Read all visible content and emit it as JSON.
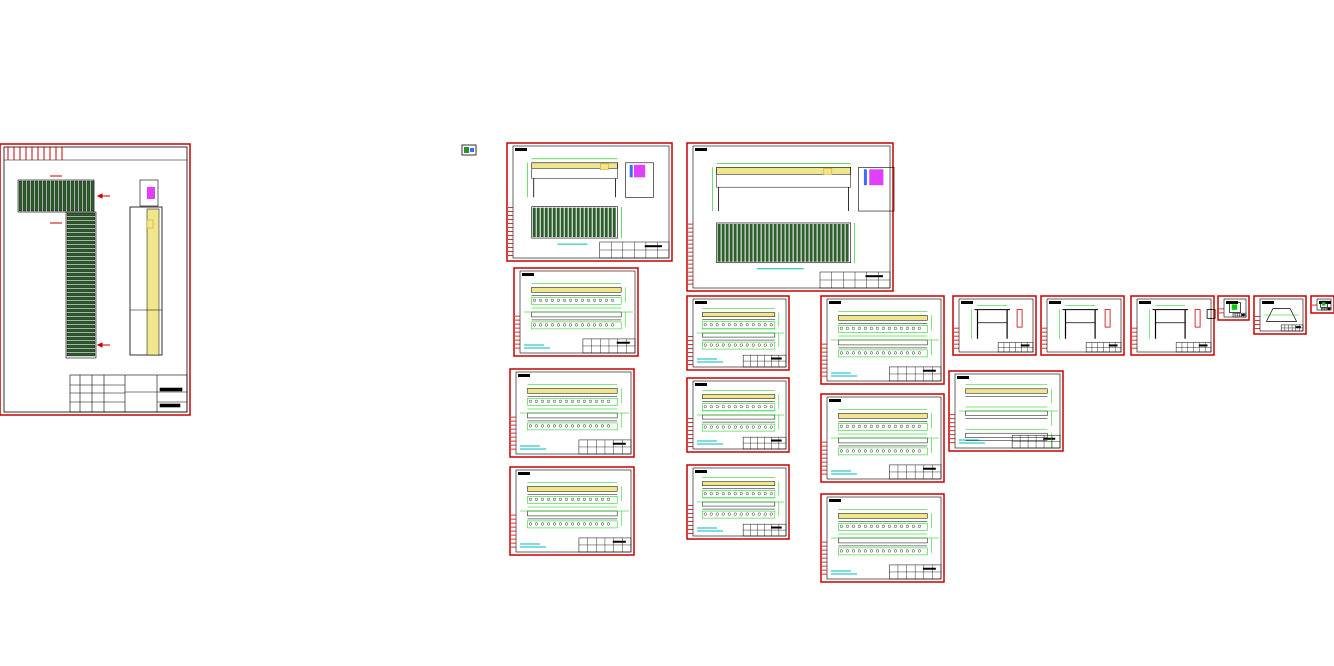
{
  "canvas": {
    "background": "#ffffff"
  },
  "colors": {
    "frame": "#cc0000",
    "border": "#000000",
    "dimension": "#00cc00",
    "text": "#00bbbb",
    "steel": "#f0e68c",
    "magenta": "#e040fb",
    "blue": "#3b6cff",
    "roller": "#2e5e2e"
  },
  "sheets": [
    {
      "id": "layout-overview"
    },
    {
      "id": "tiny-icon-left"
    },
    {
      "id": "assembly-a"
    },
    {
      "id": "assembly-b"
    },
    {
      "id": "detail-a1"
    },
    {
      "id": "detail-a2"
    },
    {
      "id": "detail-a3"
    },
    {
      "id": "detail-b1"
    },
    {
      "id": "detail-b2"
    },
    {
      "id": "detail-b3"
    },
    {
      "id": "detail-c1"
    },
    {
      "id": "detail-c2"
    },
    {
      "id": "detail-c3"
    },
    {
      "id": "detail-d1"
    },
    {
      "id": "frame-e1"
    },
    {
      "id": "frame-e2"
    },
    {
      "id": "frame-e3"
    },
    {
      "id": "small-f1"
    },
    {
      "id": "small-f2"
    },
    {
      "id": "small-f3"
    }
  ]
}
